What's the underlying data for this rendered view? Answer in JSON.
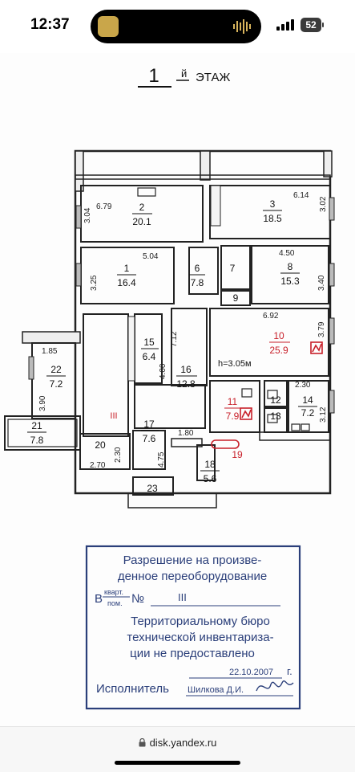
{
  "status_bar": {
    "time": "12:37",
    "battery": "52"
  },
  "plan": {
    "floor_number": "1",
    "floor_suffix": "й",
    "floor_label": "ЭТАЖ",
    "height_note": "h=3.05м",
    "unit_mark": "III",
    "rooms": [
      {
        "id": "1",
        "area": "16.4"
      },
      {
        "id": "2",
        "area": "20.1"
      },
      {
        "id": "3",
        "area": "18.5"
      },
      {
        "id": "6",
        "area": "7.8"
      },
      {
        "id": "7",
        "area": ""
      },
      {
        "id": "8",
        "area": "15.3"
      },
      {
        "id": "9",
        "area": ""
      },
      {
        "id": "10",
        "area": "25.9"
      },
      {
        "id": "11",
        "area": "7.9"
      },
      {
        "id": "12",
        "area": ""
      },
      {
        "id": "13",
        "area": ""
      },
      {
        "id": "14",
        "area": "7.2"
      },
      {
        "id": "15",
        "area": "6.4"
      },
      {
        "id": "16",
        "area": "12.8"
      },
      {
        "id": "17",
        "area": "7.6"
      },
      {
        "id": "18",
        "area": "5.6"
      },
      {
        "id": "19",
        "area": ""
      },
      {
        "id": "20",
        "area": ""
      },
      {
        "id": "21",
        "area": "7.8"
      },
      {
        "id": "22",
        "area": "7.2"
      },
      {
        "id": "23",
        "area": ""
      }
    ],
    "dimensions": [
      "6.79",
      "3.04",
      "6.14",
      "3.02",
      "5.04",
      "3.25",
      "4.50",
      "3.40",
      "6.92",
      "3.79",
      "7.12",
      "4.00",
      "1.85",
      "3.90",
      "2.30",
      "3.12",
      "1.80",
      "2.30",
      "2.70",
      "4.75"
    ]
  },
  "stamp": {
    "line1": "Разрешение на произве-",
    "line2": "денное переоборудование",
    "b_label": "В",
    "kvart_label": "кварт.",
    "pom_label": "пом.",
    "no_label": "№",
    "number": "III",
    "line4": "Территориальному бюро",
    "line5": "технической инвентариза-",
    "line6": "ции не предоставлено",
    "date": "22.10.2007",
    "year_suffix": "г.",
    "executor_label": "Исполнитель",
    "executor_name": "Шилкова Д.И."
  },
  "browser": {
    "url": "disk.yandex.ru"
  },
  "colors": {
    "stamp_blue": "#2b3f7a",
    "red_mark": "#c8202a",
    "wall": "#222222"
  }
}
